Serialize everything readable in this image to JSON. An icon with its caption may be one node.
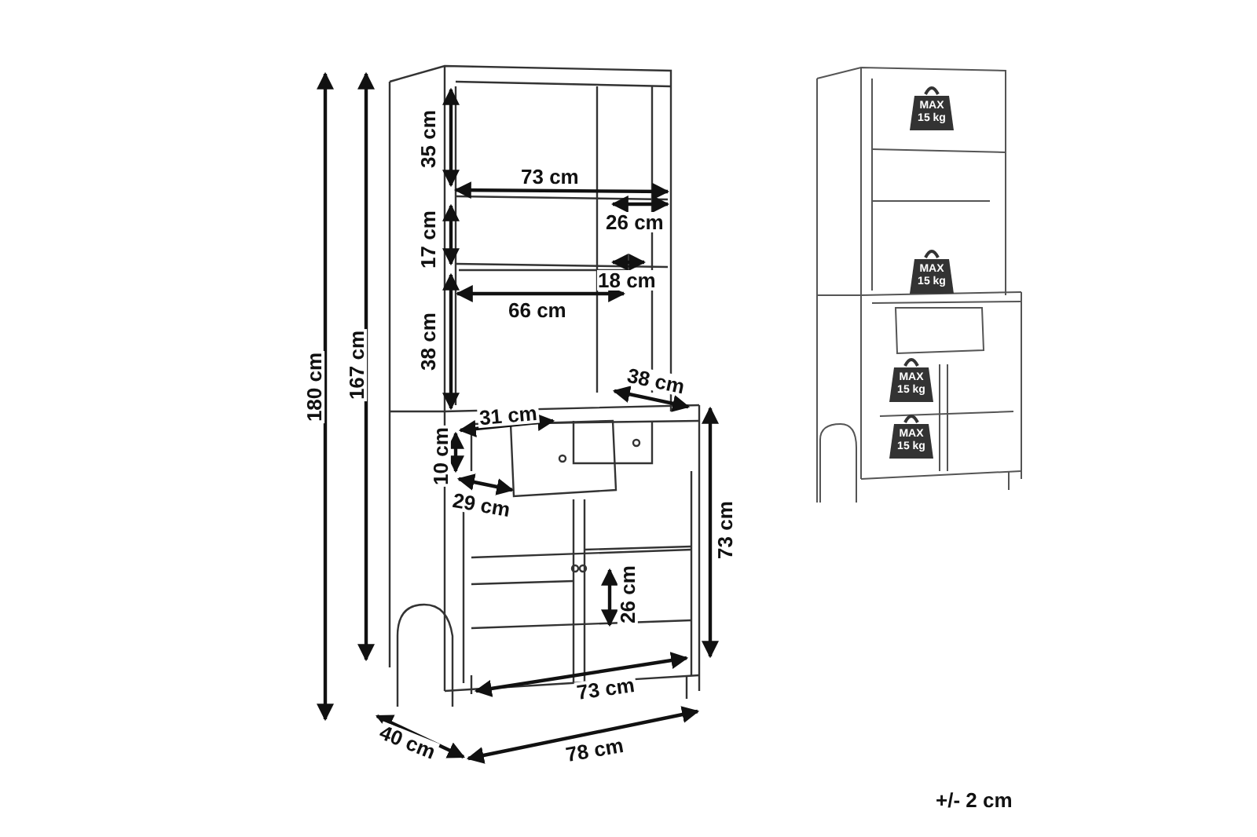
{
  "diagram": {
    "labels": [
      "35 cm",
      "73 cm",
      "26 cm",
      "17 cm",
      "18 cm",
      "66 cm",
      "38 cm",
      "38 cm",
      "31 cm",
      "10 cm",
      "29 cm",
      "180 cm",
      "167 cm",
      "73 cm",
      "26 cm",
      "73 cm",
      "40 cm",
      "78 cm",
      "MAX 15 kg",
      "MAX 15 kg",
      "MAX 15 kg",
      "MAX 15 kg",
      "+/- 2 cm"
    ]
  }
}
